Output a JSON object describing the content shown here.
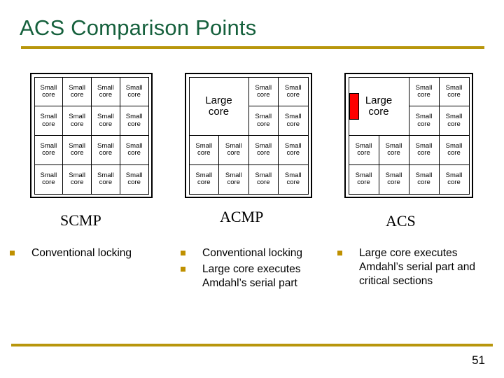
{
  "slide": {
    "title": "ACS Comparison Points",
    "page_number": "51",
    "accent_gold": "#b8960c",
    "title_green": "#15603c",
    "bullet_gold": "#bf9000",
    "critical_section_red": "#ff0000"
  },
  "labels": {
    "small_core_line1": "Small",
    "small_core_line2": "core",
    "large_core_line1": "Large",
    "large_core_line2": "core"
  },
  "diagrams": [
    {
      "id": "scmp",
      "caption": "SCMP",
      "layout": "16-small-cores",
      "has_large_core": false,
      "has_critical_section_marker": false,
      "small_core_count": 16
    },
    {
      "id": "acmp",
      "caption": "ACMP",
      "layout": "one-large-core-plus-12-small-cores",
      "has_large_core": true,
      "has_critical_section_marker": false,
      "small_core_count": 12
    },
    {
      "id": "acs",
      "caption": "ACS",
      "layout": "one-large-core-plus-12-small-cores",
      "has_large_core": true,
      "has_critical_section_marker": true,
      "small_core_count": 12
    }
  ],
  "columns": [
    {
      "id": "scmp",
      "bullets": [
        "Conventional locking"
      ]
    },
    {
      "id": "acmp",
      "bullets": [
        "Conventional locking",
        "Large core executes Amdahl’s serial part"
      ]
    },
    {
      "id": "acs",
      "bullets": [
        "Large core executes Amdahl’s serial part and critical sections"
      ]
    }
  ]
}
